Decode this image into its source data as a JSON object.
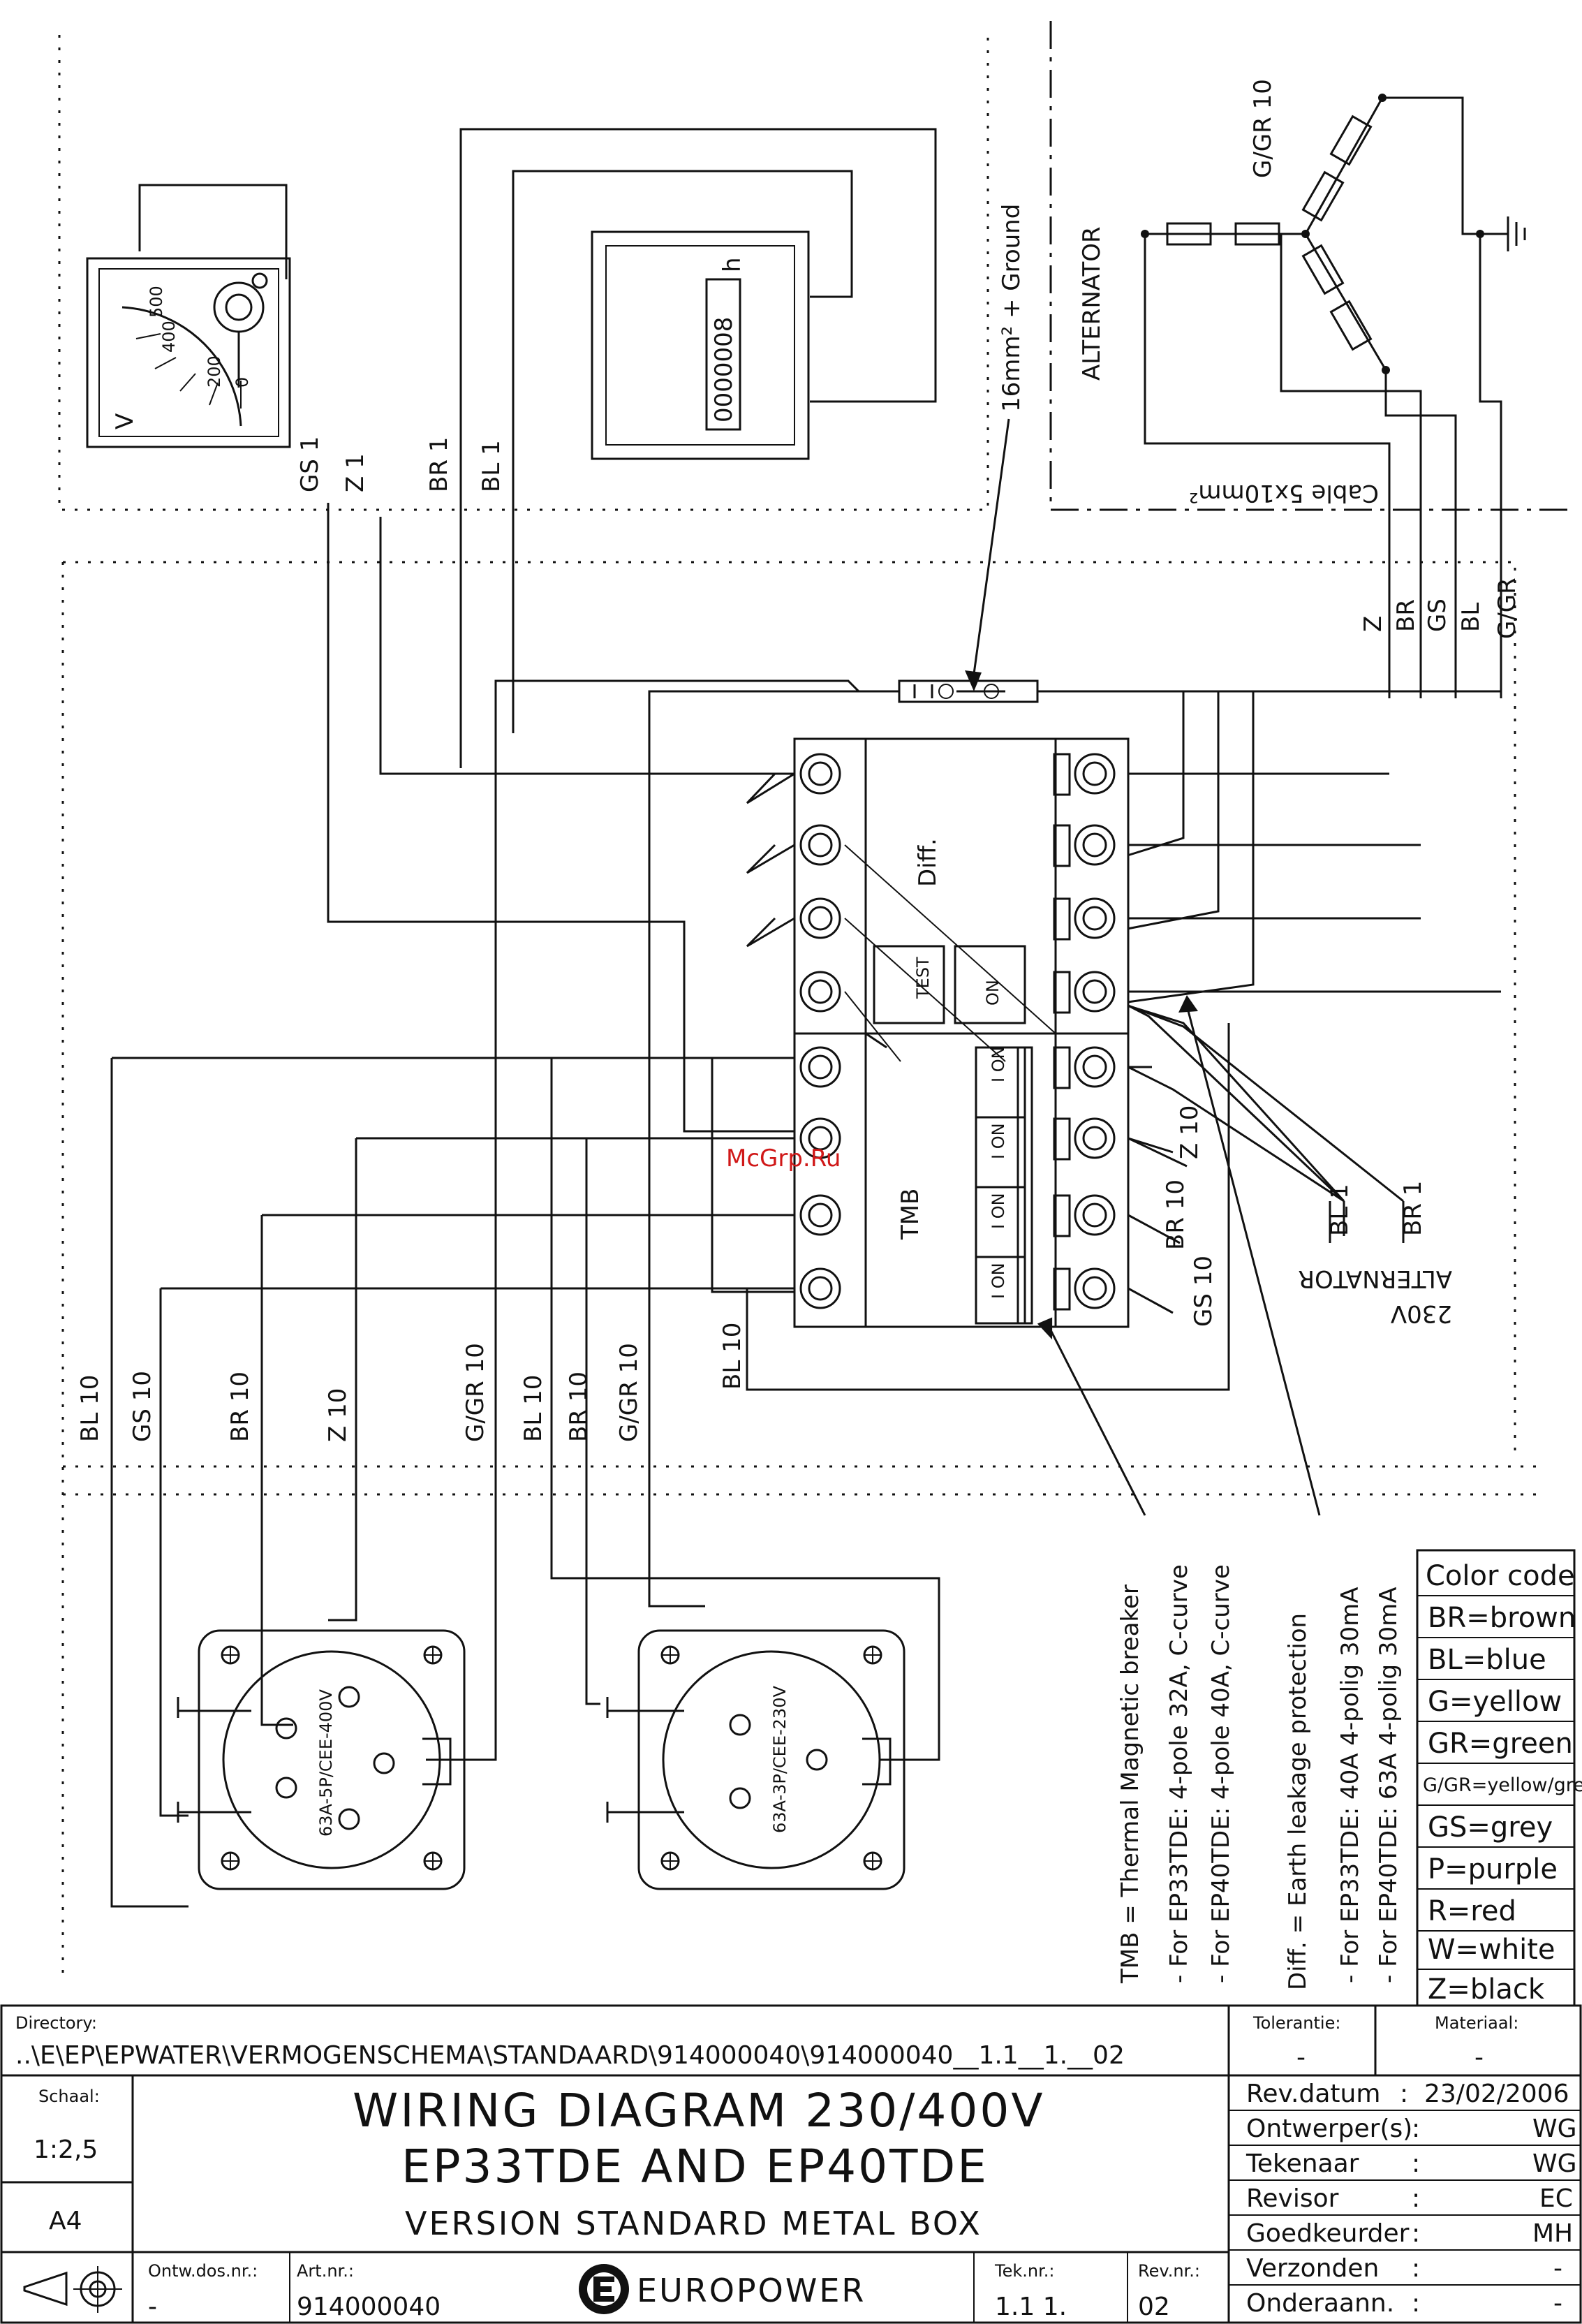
{
  "voltmeter": {
    "unit": "V",
    "scale": [
      "0",
      "200",
      "400",
      "500"
    ]
  },
  "hour_meter": {
    "counter": "0000008",
    "unit": "h"
  },
  "ground": {
    "label": "16mm² + Ground"
  },
  "alternator": {
    "title": "ALTERNATOR",
    "cable": "Cable 5x10mm²",
    "ground_label": "G/GR 10",
    "bottom_title": "ALTERNATOR",
    "bottom_voltage": "230V"
  },
  "wires": [
    "Z",
    "BR",
    "GS",
    "BL",
    "G/GR"
  ],
  "labels": {
    "gs1": "GS 1",
    "z1": "Z 1",
    "br1": "BR 1",
    "bl1": "BL 1",
    "z10": "Z 10",
    "br10": "BR 10",
    "gs10": "GS 10",
    "bl10": "BL 10",
    "ggr10": "G/GR 10"
  },
  "panel": {
    "diff_label": "Diff.",
    "tmb_label": "TMB",
    "test_label": "TEST",
    "on_label": "ON",
    "tmb_on": "I ON"
  },
  "watermark": "McGrp.Ru",
  "sockets": [
    {
      "type": "63A-5P/CEE-400V"
    },
    {
      "type": "63A-3P/CEE-230V"
    }
  ],
  "legend": {
    "tmb": {
      "title": "TMB = Thermal Magnetic breaker",
      "lines": [
        "- For EP33TDE: 4-pole 32A, C-curve",
        "- For EP40TDE: 4-pole 40A, C-curve"
      ]
    },
    "diff": {
      "title": "Diff. = Earth leakage protection",
      "lines": [
        "- For EP33TDE: 40A 4-polig 30mA",
        "- For EP40TDE: 63A 4-polig 30mA"
      ]
    }
  },
  "color_code": {
    "title": "Color code",
    "entries": [
      "BR=brown",
      "BL=blue",
      "G=yellow",
      "GR=green",
      "G/GR=yellow/green",
      "GS=grey",
      "P=purple",
      "R=red",
      "W=white",
      "Z=black"
    ]
  },
  "title_block": {
    "directory_label": "Directory:",
    "directory": "..\\E\\EP\\EPWATER\\VERMOGENSCHEMA\\STANDAARD\\914000040\\914000040__1.1__1.__02",
    "tolerance_label": "Tolerantie:",
    "tolerance_value": "-",
    "material_label": "Materiaal:",
    "material_value": "-",
    "scale_label": "Schaal:",
    "scale_value": "1:2,5",
    "paper": "A4",
    "title_lines": [
      "WIRING DIAGRAM 230/400V",
      "EP33TDE AND EP40TDE",
      "VERSION STANDARD METAL BOX"
    ],
    "meta": [
      {
        "label": "Rev.datum",
        "sep": ":",
        "value": "23/02/2006"
      },
      {
        "label": "Ontwerper(s)",
        "sep": ":",
        "value": "WG"
      },
      {
        "label": "Tekenaar",
        "sep": ":",
        "value": "WG"
      },
      {
        "label": "Revisor",
        "sep": ":",
        "value": "EC"
      },
      {
        "label": "Goedkeurder",
        "sep": ":",
        "value": "MH"
      },
      {
        "label": "Verzonden",
        "sep": ":",
        "value": "-"
      },
      {
        "label": "Onderaann.",
        "sep": ":",
        "value": "-"
      }
    ],
    "bottom": [
      {
        "label": "Ontw.dos.nr.:",
        "value": "-"
      },
      {
        "label": "Art.nr.:",
        "value": "914000040"
      },
      {
        "label": "Tek.nr.:",
        "value": "1.1 1."
      },
      {
        "label": "Rev.nr.:",
        "value": "02"
      }
    ],
    "brand": "EUROPOWER"
  }
}
